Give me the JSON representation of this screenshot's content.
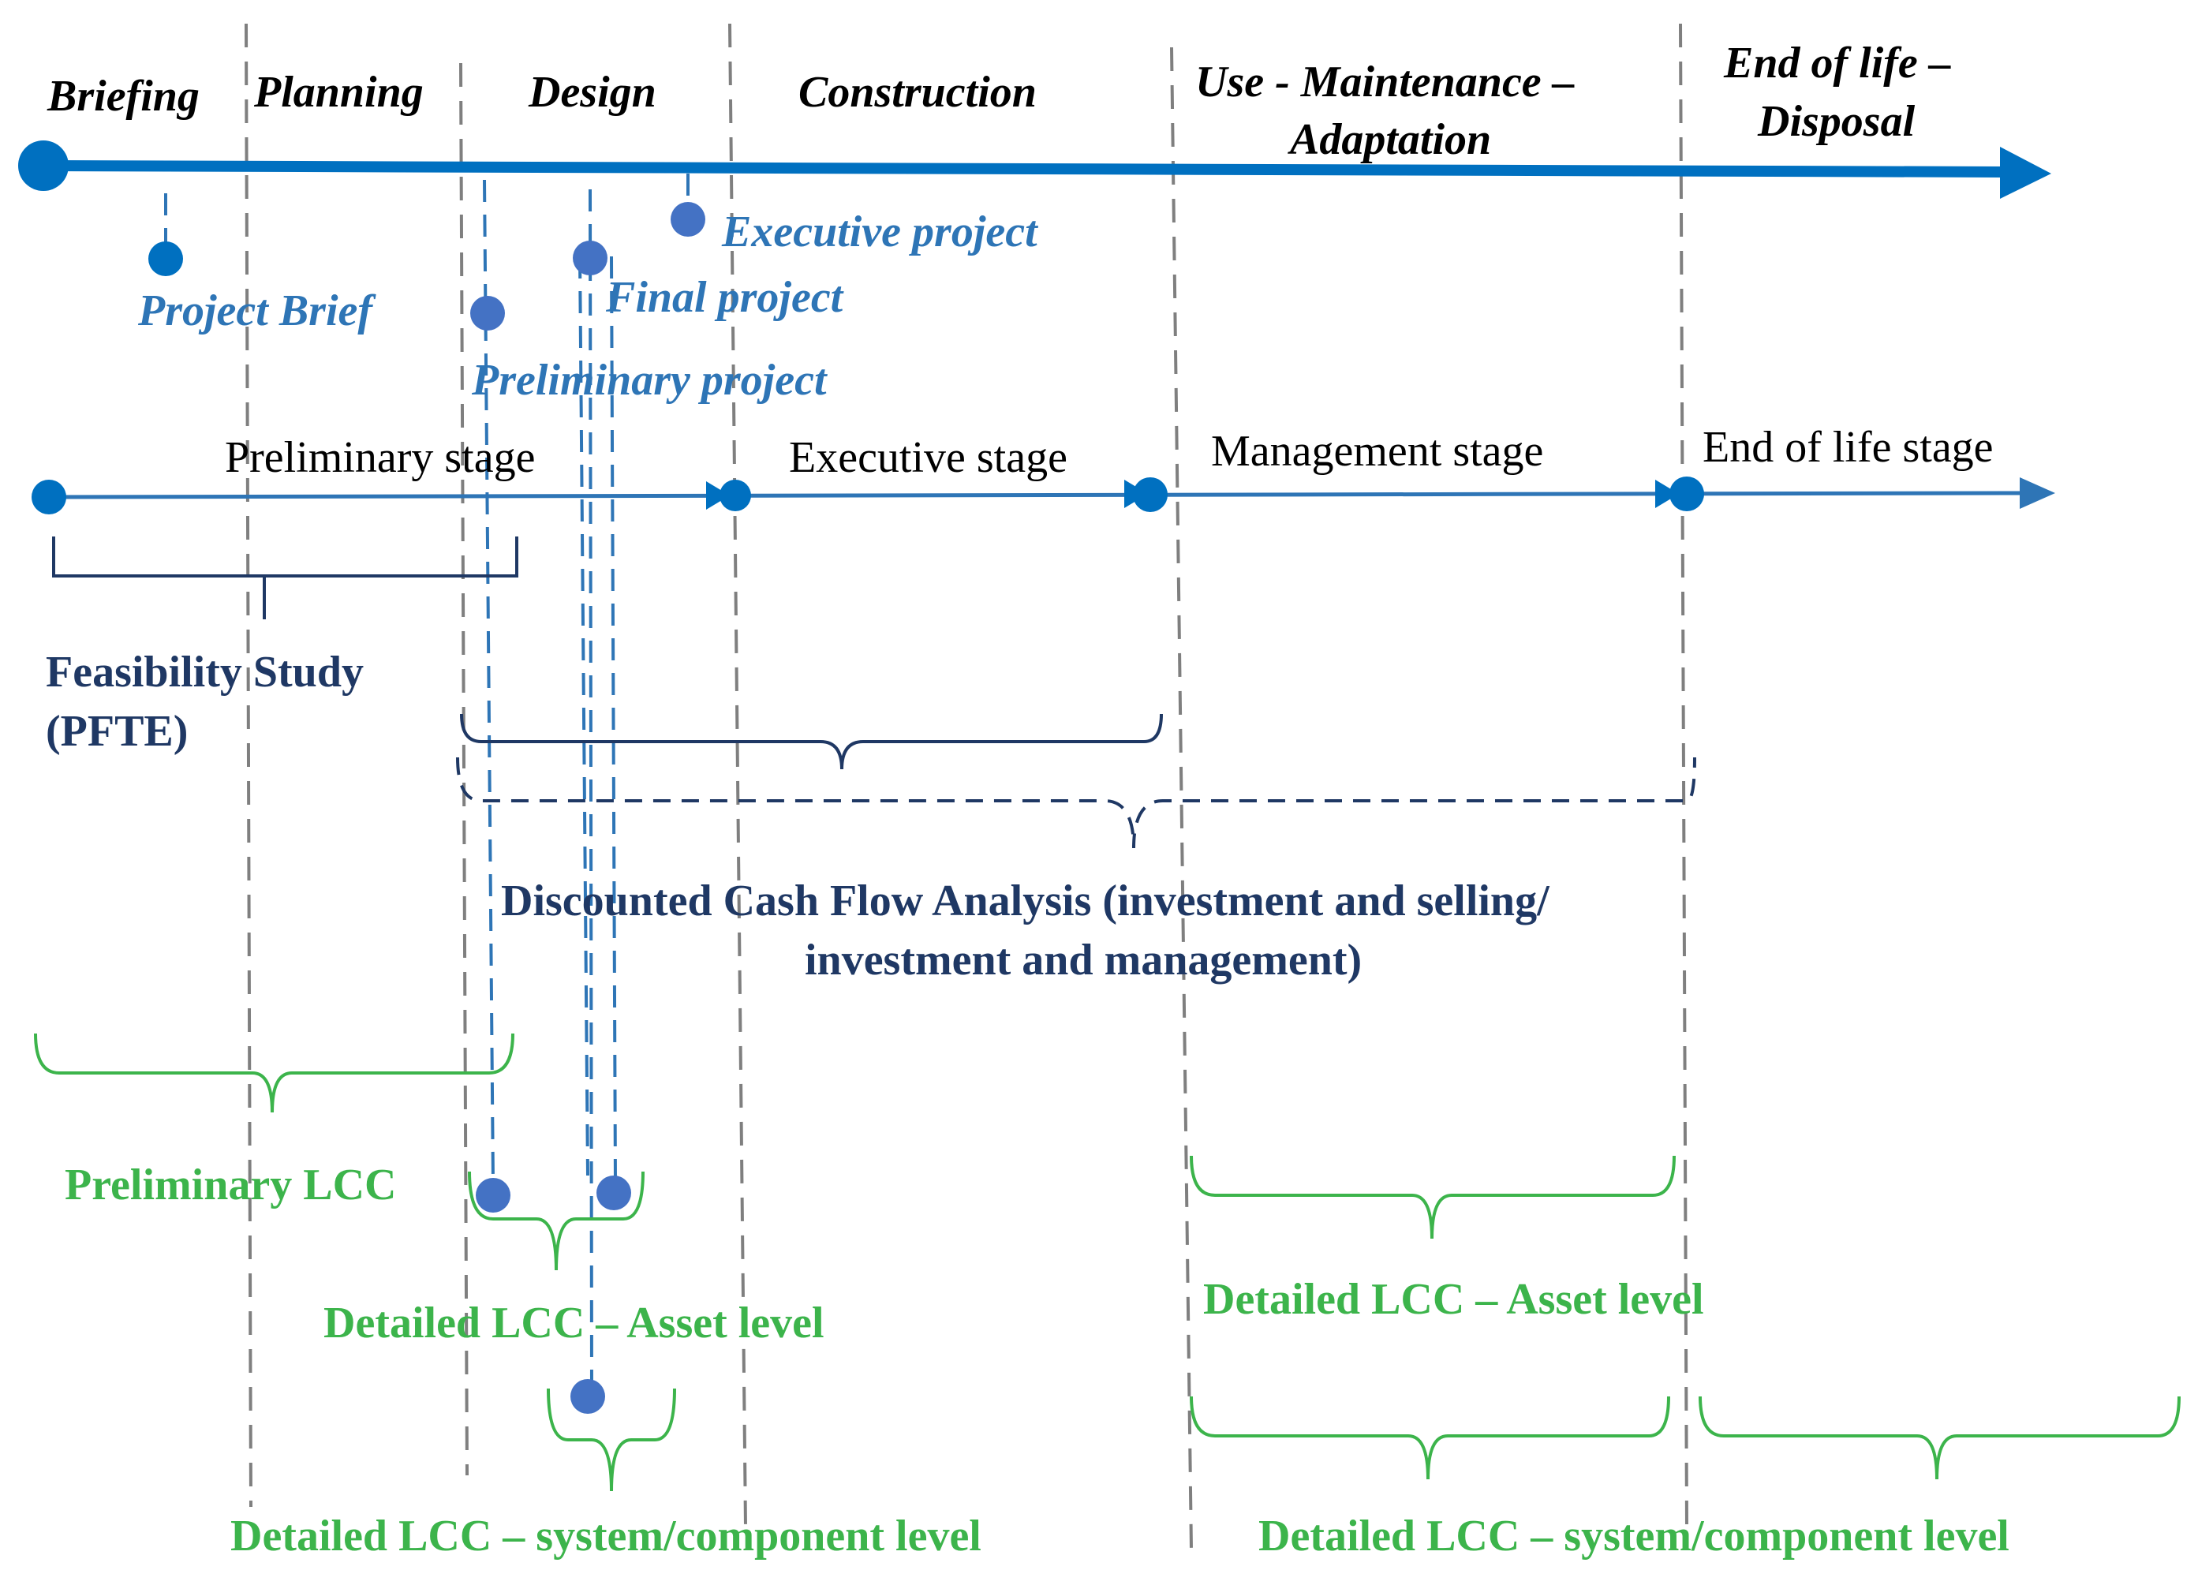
{
  "colors": {
    "phase_text": "#000000",
    "main_axis": "#0070c0",
    "milestone": "#2e75b6",
    "milestone_dot": "#4472c4",
    "stage_text": "#000000",
    "navy": "#1f3864",
    "green": "#3cb44b",
    "divider": "#7f7f7f"
  },
  "phases": {
    "briefing": "Briefing",
    "planning": "Planning",
    "design": "Design",
    "construction": "Construction",
    "use_line1": "Use - Maintenance –",
    "use_line2": "Adaptation",
    "eol_line1": "End of life –",
    "eol_line2": "Disposal"
  },
  "milestones": {
    "project_brief": "Project Brief",
    "preliminary_project": "Preliminary project",
    "final_project": "Final project",
    "executive_project": "Executive project"
  },
  "stages": {
    "preliminary": "Preliminary  stage",
    "executive": "Executive stage",
    "management": "Management  stage",
    "end_of_life": "End of life stage"
  },
  "analyses": {
    "feasibility_line1": "Feasibility  Study",
    "feasibility_line2": "(PFTE)",
    "dcf_line1": "Discounted Cash Flow Analysis (investment and selling/",
    "dcf_line2": "investment and management)"
  },
  "lcc": {
    "preliminary": "Preliminary LCC",
    "asset_design": "Detailed LCC – Asset level",
    "asset_use": "Detailed LCC – Asset level",
    "system_design": "Detailed LCC – system/component level",
    "system_use": "Detailed LCC – system/component level"
  }
}
